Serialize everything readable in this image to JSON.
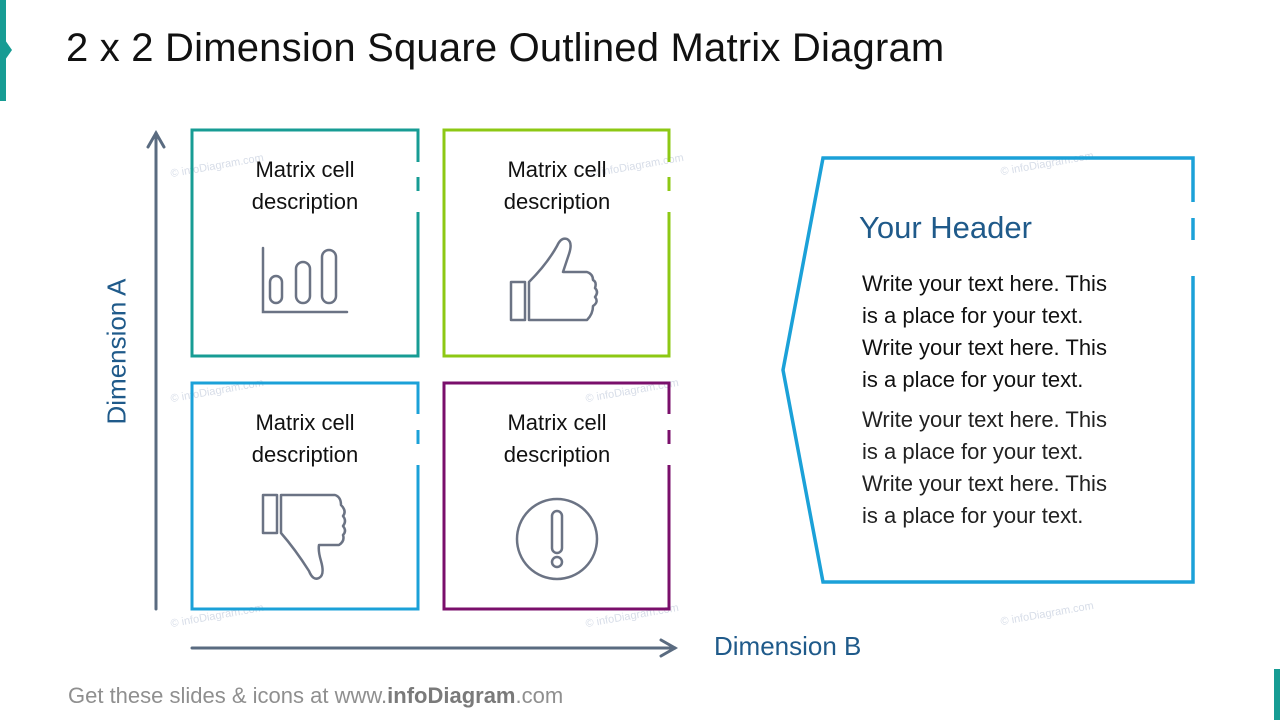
{
  "slide": {
    "title": "2 x 2 Dimension Square Outlined Matrix Diagram",
    "accent_color": "#179C94"
  },
  "matrix": {
    "axis_y_label": "Dimension A",
    "axis_x_label": "Dimension B",
    "axis_color": "#5A6B80",
    "cells": [
      {
        "position": "top-left",
        "text_line1": "Matrix cell",
        "text_line2": "description",
        "icon": "bar-chart-icon",
        "border_color": "#179C94"
      },
      {
        "position": "top-right",
        "text_line1": "Matrix cell",
        "text_line2": "description",
        "icon": "thumbs-up-icon",
        "border_color": "#8DC814"
      },
      {
        "position": "bottom-left",
        "text_line1": "Matrix cell",
        "text_line2": "description",
        "icon": "thumbs-down-icon",
        "border_color": "#1BA1D8"
      },
      {
        "position": "bottom-right",
        "text_line1": "Matrix cell",
        "text_line2": "description",
        "icon": "exclamation-circle-icon",
        "border_color": "#7A0F6B"
      }
    ]
  },
  "panel": {
    "header": "Your Header",
    "border_color": "#1BA1D8",
    "paragraphs": [
      {
        "lines": [
          "Write your text here. This",
          "is a place for your text.",
          "Write your text here. This",
          "is a place for your text."
        ]
      },
      {
        "lines": [
          "Write your text here. This",
          "is a place for your text.",
          "Write your text here. This",
          "is a place for your text."
        ]
      }
    ]
  },
  "footer": {
    "prefix": "Get these slides & icons at www.",
    "brand": "infoDiagram",
    "suffix": ".com"
  },
  "watermark": "© infoDiagram.com"
}
